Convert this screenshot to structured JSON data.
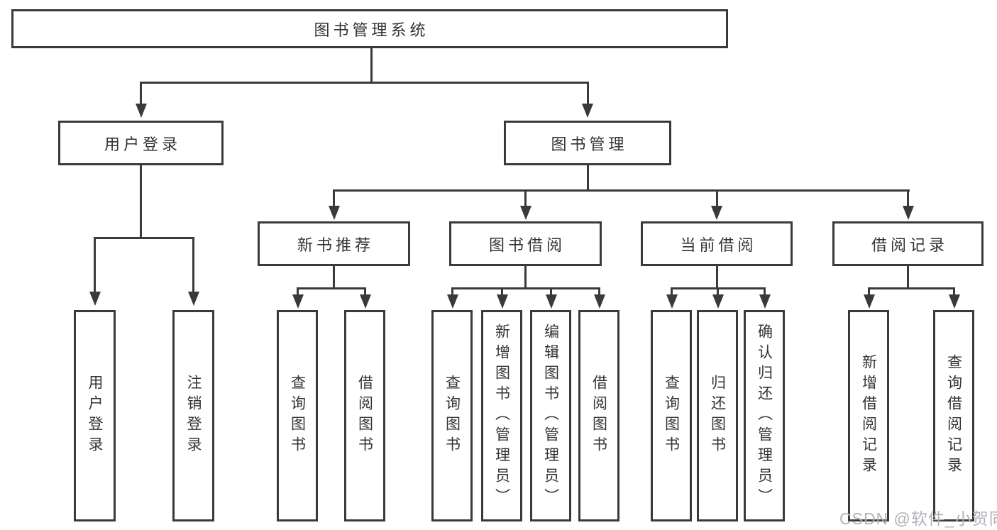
{
  "diagram": {
    "root": {
      "label": "图书管理系统"
    },
    "branches": [
      {
        "label": "用户登录",
        "children": [
          {
            "label": "用户登录"
          },
          {
            "label": "注销登录"
          }
        ]
      },
      {
        "label": "图书管理",
        "children": [
          {
            "label": "新书推荐",
            "children": [
              {
                "label": "查询图书"
              },
              {
                "label": "借阅图书"
              }
            ]
          },
          {
            "label": "图书借阅",
            "children": [
              {
                "label": "查询图书"
              },
              {
                "label": "新增图书（管理员）"
              },
              {
                "label": "编辑图书（管理员）"
              },
              {
                "label": "借阅图书"
              }
            ]
          },
          {
            "label": "当前借阅",
            "children": [
              {
                "label": "查询图书"
              },
              {
                "label": "归还图书"
              },
              {
                "label": "确认归还（管理员）"
              }
            ]
          },
          {
            "label": "借阅记录",
            "children": [
              {
                "label": "新增借阅记录"
              },
              {
                "label": "查询借阅记录"
              }
            ]
          }
        ]
      }
    ]
  },
  "watermark": {
    "text": "CSDN @软件_小贺同学"
  },
  "colors": {
    "line": "#3a3a3a",
    "text": "#333333",
    "box_background": "#ffffff",
    "page_background": "#ffffff",
    "watermark": "#afb3b8"
  }
}
